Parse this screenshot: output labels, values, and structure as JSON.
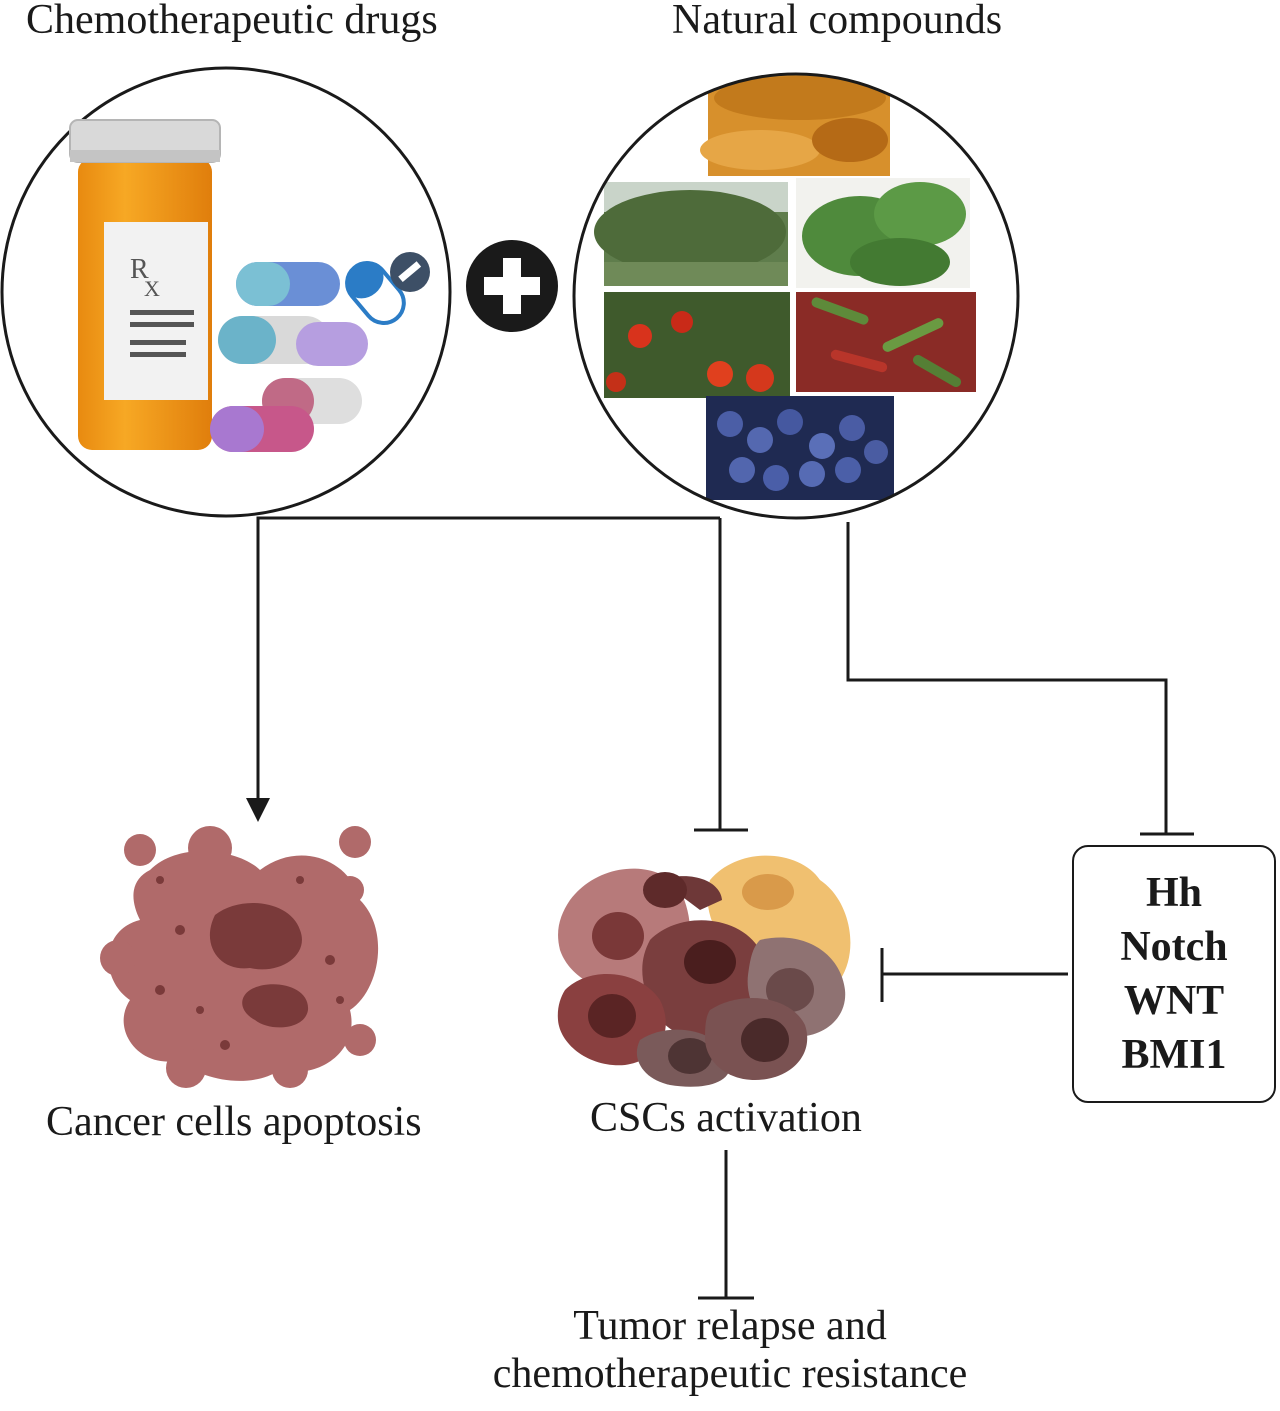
{
  "titles": {
    "left": "Chemotherapeutic drugs",
    "right": "Natural compounds"
  },
  "drug_illustration": {
    "bottle_label_mark": "RX",
    "icons": [
      "pill-bottle-icon",
      "capsule-icon",
      "tablet-icon"
    ]
  },
  "natural_illustration": {
    "photos": [
      "turmeric-photo",
      "tree-photo",
      "parsley-photo",
      "yew-berries-photo",
      "chili-peppers-photo",
      "grapes-photo"
    ]
  },
  "combine_symbol": "plus-icon",
  "outcomes": {
    "apoptosis": "Cancer cells apoptosis",
    "csc": "CSCs activation",
    "relapse_line1": "Tumor relapse and",
    "relapse_line2": "chemotherapeutic resistance"
  },
  "pathways": [
    "Hh",
    "Notch",
    "WNT",
    "BMI1"
  ],
  "colors": {
    "line": "#1a1a1a",
    "bottle_orange": "#f39a1a",
    "cap_gray": "#d9d9d9",
    "apoptosis_cell": "#b06a6a",
    "csc_dark": "#6e3838",
    "csc_yellow": "#f0c070"
  }
}
